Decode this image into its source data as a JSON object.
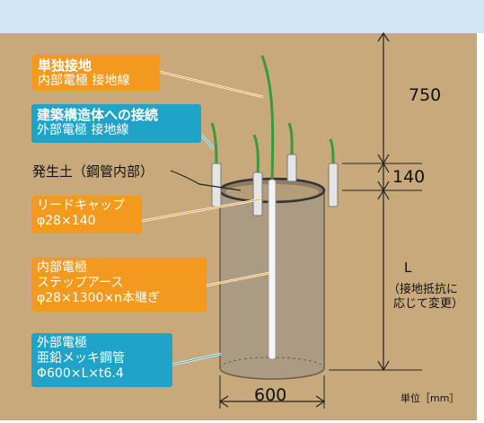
{
  "labels": {
    "single_ground": {
      "title": "単独接地",
      "sub": "内部電極 接地線"
    },
    "building_connection": {
      "title": "建築構造体への接続",
      "sub": "外部電極 接地線"
    },
    "spoil": "発生土（鋼管内部）",
    "lead_cap": {
      "line1": "リードキャップ",
      "line2": "φ28×140"
    },
    "inner_electrode": {
      "line1": "内部電極",
      "line2": "ステップアース",
      "line3": "φ28×1300×n本継ぎ"
    },
    "outer_electrode": {
      "line1": "外部電極",
      "line2": "亜鉛メッキ鋼管",
      "line3": "Φ600×L×t6.4"
    }
  },
  "dimensions": {
    "top": "750",
    "middle": "140",
    "length": "L",
    "length_note_1": "（接地抵抗に",
    "length_note_2": "応じて変更）",
    "diameter": "600",
    "unit": "単位［mm］"
  },
  "colors": {
    "soil": "#c8a97c",
    "sky": "#d3e6f5",
    "orange_label": "#f39a1e",
    "teal_label": "#1fa3c8",
    "wire_green": "#3a9a3a",
    "pipe": "#ab9b83"
  }
}
